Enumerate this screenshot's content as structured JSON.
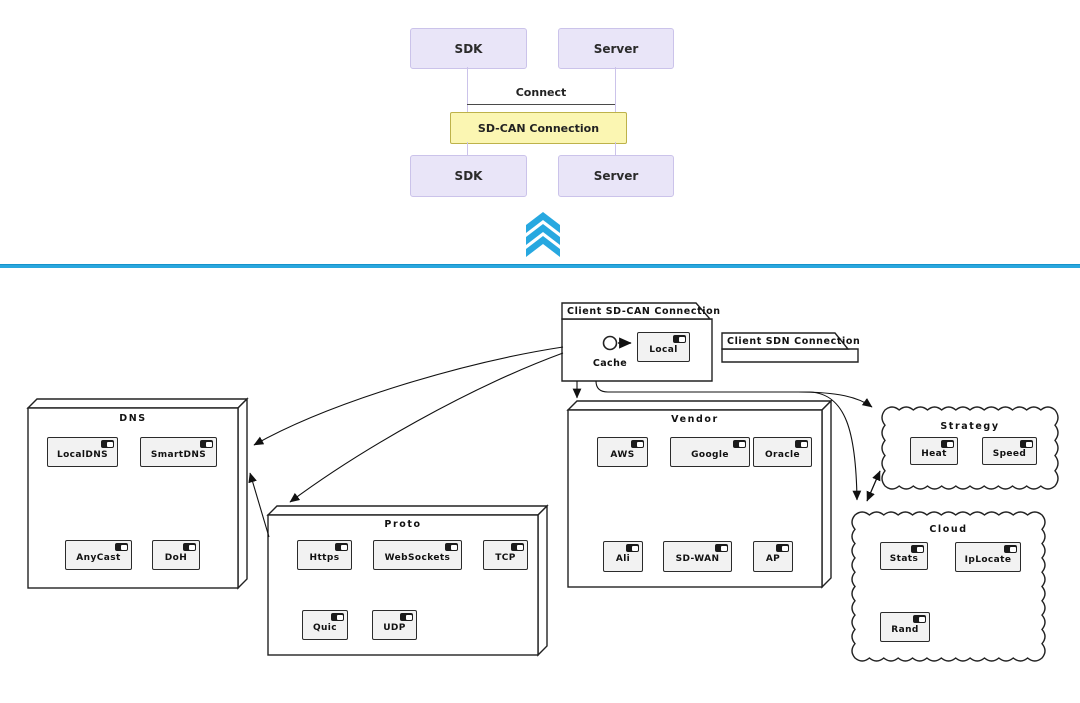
{
  "top": {
    "sdk_top": "SDK",
    "server_top": "Server",
    "connect_label": "Connect",
    "connection_box": "SD-CAN Connection",
    "sdk_bottom": "SDK",
    "server_bottom": "Server"
  },
  "packages": {
    "client_sdcan": {
      "title": "Client SD-CAN Connection",
      "cache_label": "Cache",
      "local_label": "Local"
    },
    "client_sdn": {
      "title": "Client SDN Connection"
    }
  },
  "nodes": {
    "dns": {
      "title": "DNS",
      "components": [
        "LocalDNS",
        "SmartDNS",
        "AnyCast",
        "DoH"
      ]
    },
    "proto": {
      "title": "Proto",
      "components": [
        "Https",
        "WebSockets",
        "TCP",
        "Quic",
        "UDP"
      ]
    },
    "vendor": {
      "title": "Vendor",
      "components": [
        "AWS",
        "Google",
        "Oracle",
        "Ali",
        "SD-WAN",
        "AP"
      ]
    },
    "strategy": {
      "title": "Strategy",
      "components": [
        "Heat",
        "Speed"
      ]
    },
    "cloud": {
      "title": "Cloud",
      "components": [
        "Stats",
        "IpLocate",
        "Rand"
      ]
    }
  },
  "icons": {
    "chevron_up": "triple-chevron-up",
    "component_glyph": "uml-component-icon",
    "interface_circle": "uml-interface-circle"
  },
  "colors": {
    "accent_blue": "#2AA7DE",
    "lavender_fill": "#E9E5F8",
    "lavender_border": "#CBC3EA",
    "yellow_fill": "#FBF6B2",
    "yellow_border": "#BDB24A",
    "diagram_stroke": "#222222",
    "component_fill": "#f2f2f2"
  }
}
